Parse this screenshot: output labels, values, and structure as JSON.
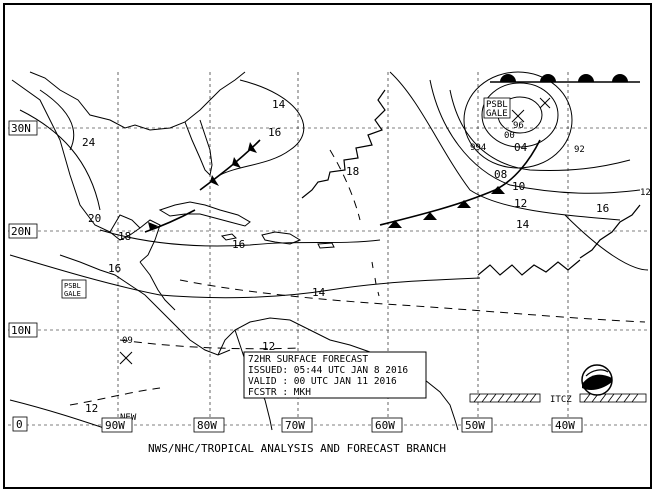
{
  "latitude_labels": [
    "30N",
    "20N",
    "10N",
    "0"
  ],
  "longitude_labels": [
    "90W",
    "80W",
    "70W",
    "60W",
    "50W",
    "40W"
  ],
  "isobar_labels": [
    "14",
    "16",
    "18",
    "20",
    "24",
    "16",
    "18",
    "16",
    "12",
    "09",
    "12",
    "14",
    "14",
    "12",
    "10",
    "08",
    "04",
    "00",
    "96",
    "92",
    "994",
    "16",
    "12"
  ],
  "gale_labels": [
    {
      "line1": "PSBL",
      "line2": "GALE"
    },
    {
      "line1": "PSBL",
      "line2": "GALE"
    }
  ],
  "forecast_box": {
    "line1": "72HR SURFACE FORECAST",
    "line2": "ISSUED: 05:44 UTC JAN 8 2016",
    "line3": "VALID : 00 UTC JAN 11 2016",
    "line4": "FCSTR : MKH"
  },
  "itcz_label": "ITCZ",
  "new_label": "NEW",
  "footer": "NWS/NHC/TROPICAL ANALYSIS AND FORECAST BRANCH",
  "logo": "NOAA"
}
